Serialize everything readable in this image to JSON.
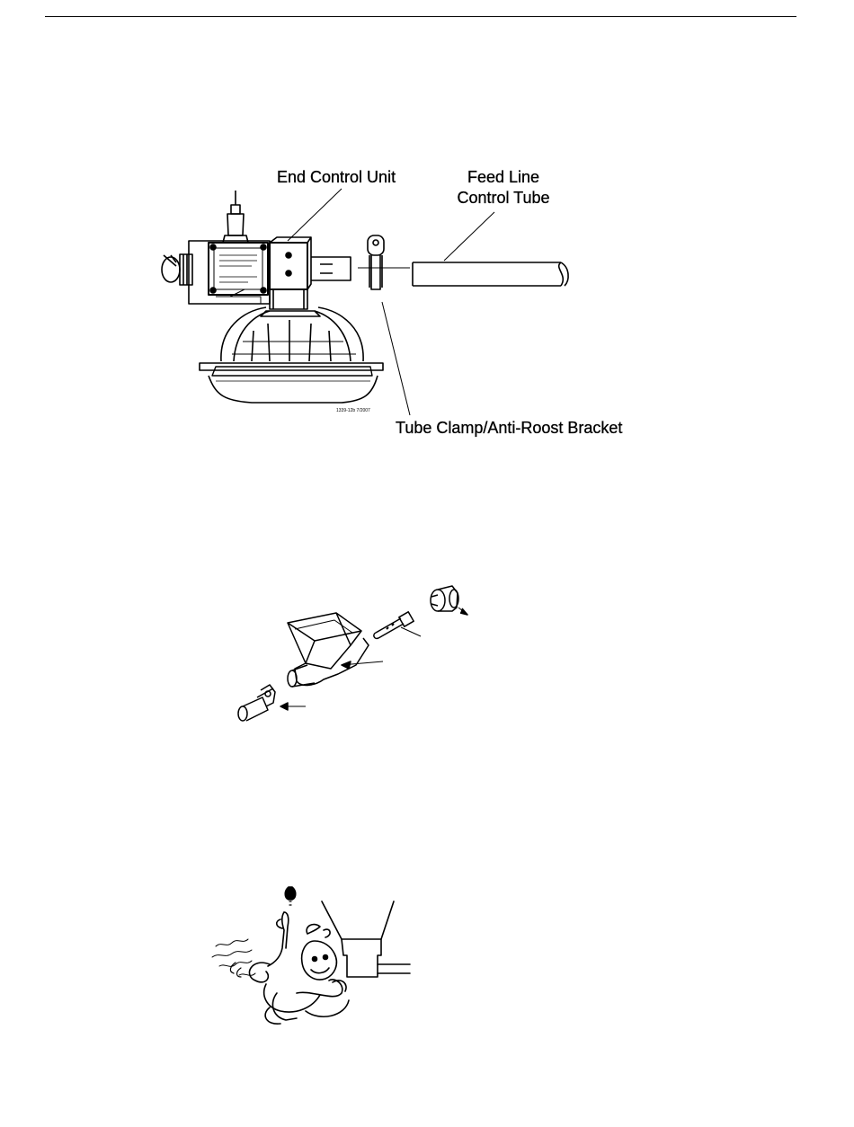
{
  "figure1": {
    "labels": {
      "end_control_unit": "End Control Unit",
      "feed_line_control_tube_1": "Feed Line",
      "feed_line_control_tube_2": "Control Tube",
      "tube_clamp_bracket": "Tube Clamp/Anti-Roost Bracket"
    },
    "part_number": "1339-12b 7/2007"
  },
  "figure2": {},
  "figure3": {}
}
